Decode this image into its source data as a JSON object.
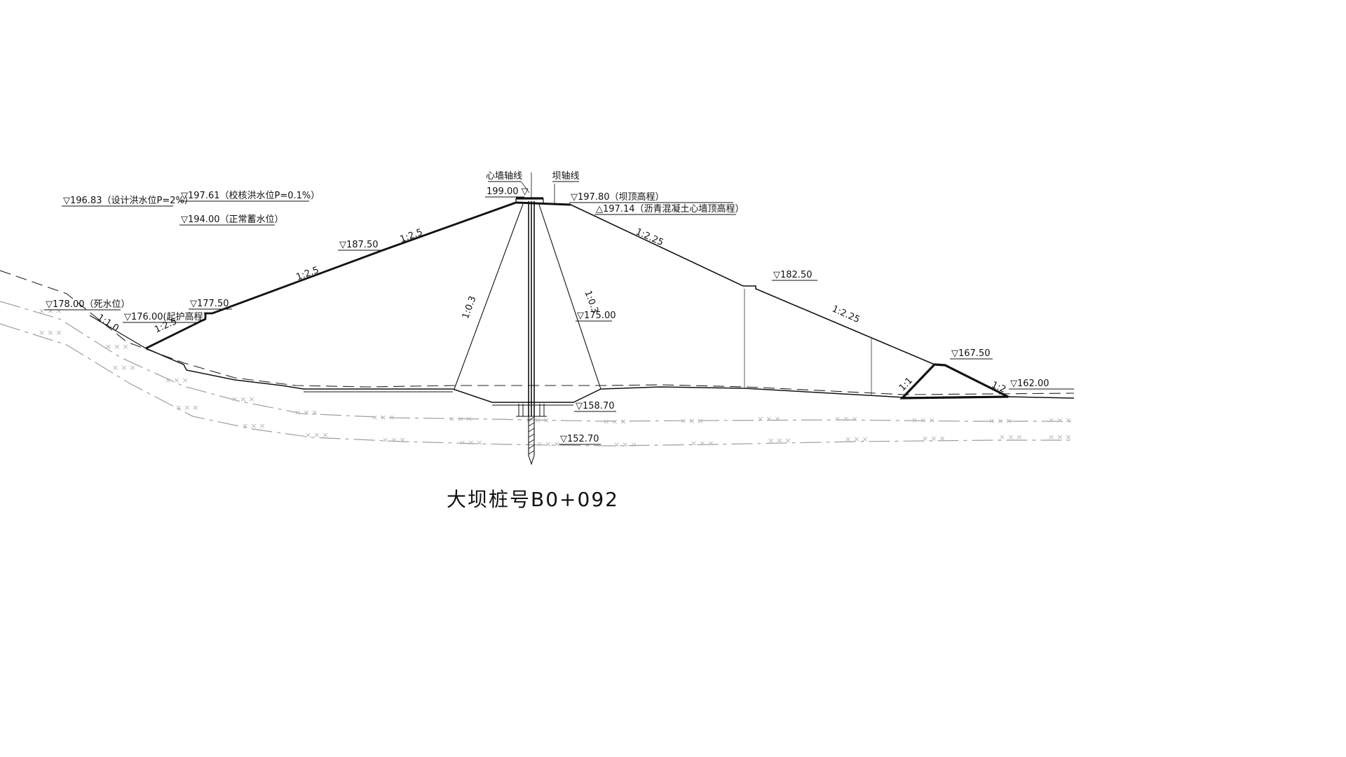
{
  "drawing": {
    "title": "大坝桩号B0+092"
  },
  "axes": {
    "core_wall_axis": "心墙轴线",
    "dam_axis": "坝轴线",
    "core_top_elevation": "199.00 ▽"
  },
  "water_levels": {
    "design_flood": "▽196.83（设计洪水位P=2%）",
    "check_flood": "▽197.61（校核洪水位P=0.1%）",
    "normal_storage": "▽194.00（正常蓄水位）",
    "dead_water": "▽178.00（死水位）"
  },
  "elevations": {
    "crest": "▽197.80（坝顶高程）",
    "core_wall_top": "△197.14（沥青混凝土心墙顶高程）",
    "upstream_slope": "▽187.50",
    "upstream_berm": "▽177.50",
    "riprap_start": "▽176.00(起护高程)",
    "downstream_berm": "▽182.50",
    "internal": "▽175.00",
    "toe_prism": "▽167.50",
    "downstream_ground": "▽162.00",
    "core_trench": "▽158.70",
    "curtain_top": "▽152.70"
  },
  "slopes": {
    "ratio_1_2_5": "1:2.5",
    "ratio_1_2_25": "1:2.25",
    "ratio_1_0_3": "1:0.3",
    "ratio_1_1_0": "1:1.0",
    "ratio_1_1": "1:1",
    "ratio_1_2": "1:2"
  },
  "geology": {
    "marker": "×××"
  }
}
